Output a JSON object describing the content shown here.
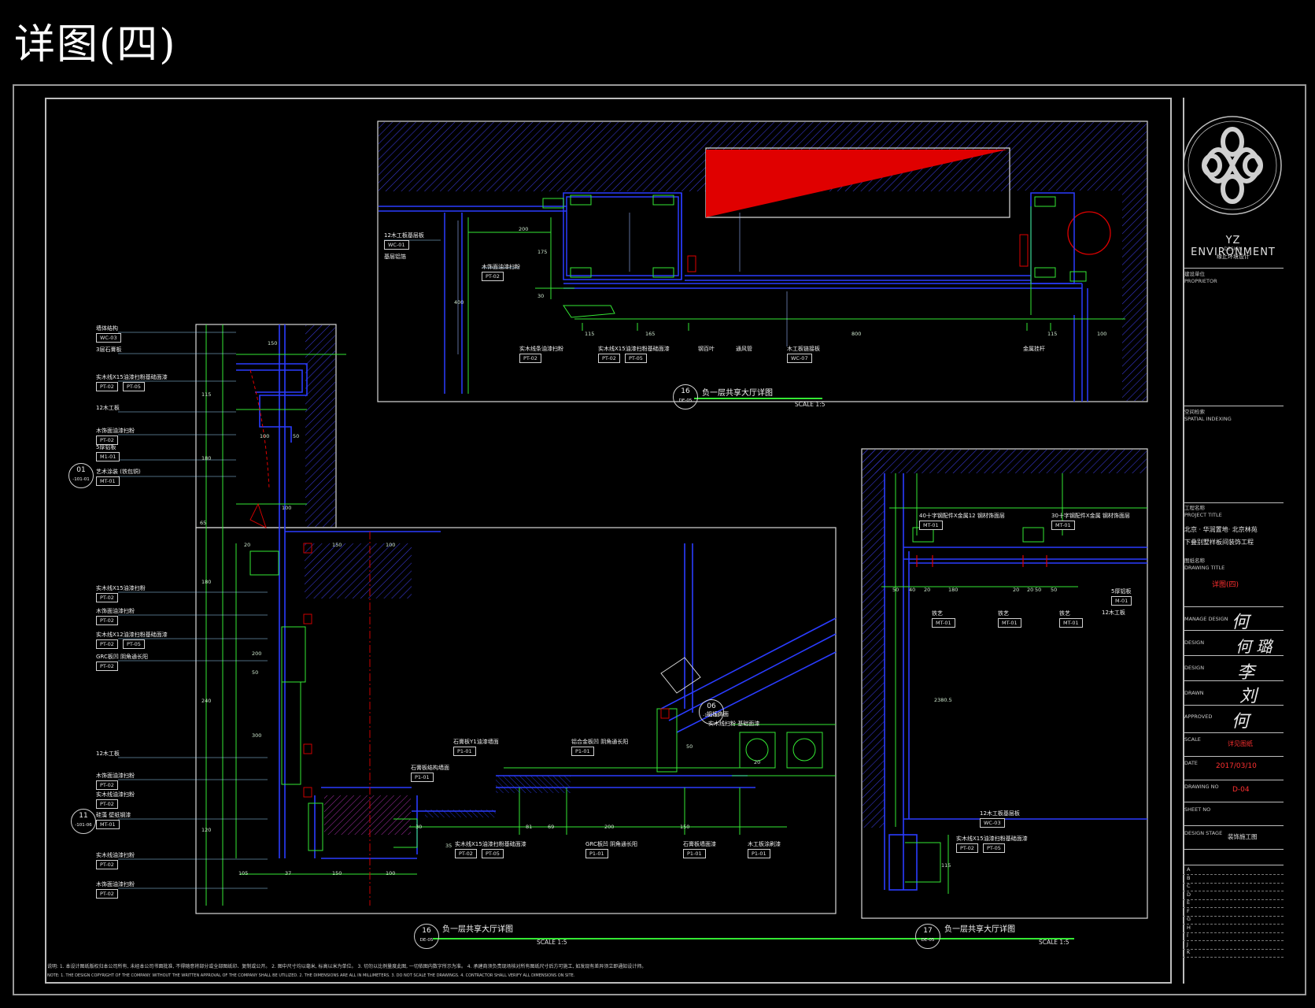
{
  "page_title": "详图(四)",
  "brand": {
    "name": "YZ ENVIRONMENT",
    "sub": "DESIGN",
    "sub_cn": "缘止环境设计"
  },
  "title_block": {
    "proprietor_cn": "建设单位",
    "proprietor_en": "PROPRIETOR",
    "spatial_cn": "空间检索",
    "spatial_en": "SPATIAL INDEXING",
    "project_cn": "工程名称",
    "project_en": "PROJECT TITLE",
    "project_name_1": "北京 · 华润置地· 北京林苑",
    "project_name_2": "下叠别墅样板间装饰工程",
    "drawing_cn": "图纸名称",
    "drawing_en": "DRAWING TITLE",
    "drawing_name": "详图(四)",
    "manage_label": "MANAGE DESIGN",
    "design_label": "DESIGN",
    "design2_label": "DESIGN",
    "drawn_label": "DRAWN",
    "approved_label": "APPROVED",
    "scale_label": "SCALE",
    "scale_value": "详见图纸",
    "date_label": "DATE",
    "date_value": "2017/03/10",
    "drawing_no_label": "DRAWING NO",
    "drawing_no": "D-04",
    "sheet_label": "SHEET NO",
    "stage_label": "DESIGN STAGE",
    "stage_value": "装饰施工图",
    "signatures": [
      "何",
      "何 璐",
      "李",
      "刘",
      "何"
    ],
    "revision_letters": [
      "A",
      "B",
      "C",
      "D",
      "E",
      "F",
      "G",
      "H",
      "I",
      "J",
      "K"
    ]
  },
  "notes": {
    "line1": "说明: 1. 本设计图纸版权归本公司所有, 未经本公司书面批准, 不得随意将部分或全部图纸印、复制或公开。 2. 图中尺寸均以毫米, 标高以米为单位。 3. 切勿以比例量度此图, 一切依图内数字所示为准。 4. 承建商须负责现场核对所有图纸尺寸后方可施工, 如发现有差异须立即通知设计师。",
    "line2": "NOTE: 1. THE DESIGN COPYRIGHT OF THE COMPANY. WITHOUT THE WRITTEN APPROVAL OF THE COMPANY SHALL BE UTILIZED. 2. THE DIMENSIONS ARE ALL IN MILLIMETERS. 3. DO NOT SCALE THE DRAWINGS. 4. CONTRACTOR SHALL VERIFY ALL DIMENSIONS ON SITE."
  },
  "details": [
    {
      "number": "16",
      "ref": "DE-05",
      "title": "负一层共享大厅详图",
      "scale": "SCALE  1:5"
    },
    {
      "number": "16",
      "ref": "DE-05",
      "title": "负一层共享大厅详图",
      "scale": "SCALE  1:5"
    },
    {
      "number": "17",
      "ref": "DE-05",
      "title": "负一层共享大厅详图",
      "scale": "SCALE  1:5"
    }
  ],
  "callouts": [
    {
      "number": "01",
      "ref": "-101-01"
    },
    {
      "number": "11",
      "ref": "-101-06"
    },
    {
      "number": "06",
      "ref": "-101-10"
    }
  ],
  "labels_top": [
    {
      "text": "12木工板基层板",
      "tag": "WC-01"
    },
    {
      "text": "基层铝箔",
      "tag": ""
    },
    {
      "text": "木饰面油漆扫粉",
      "tag": "PT-02"
    },
    {
      "text": "实木线条油漆扫粉",
      "tag": "PT-02"
    },
    {
      "text": "实木线X15油漆扫粉基础面漆",
      "tag": "PT-02 | PT-05"
    },
    {
      "text": "钢百叶",
      "tag": ""
    },
    {
      "text": "通风管",
      "tag": ""
    },
    {
      "text": "木工板链接板",
      "tag": "WC-07"
    },
    {
      "text": "金属挂杆",
      "tag": ""
    }
  ],
  "labels_left": [
    {
      "text": "墙体结构",
      "tag": "WC-03"
    },
    {
      "text": "3层石膏板",
      "tag": ""
    },
    {
      "text": "实木线X15油漆扫粉基础面漆",
      "tag": "PT-02 | PT-05"
    },
    {
      "text": "12木工板",
      "tag": ""
    },
    {
      "text": "木饰面油漆扫粉",
      "tag": "PT-02"
    },
    {
      "text": "5厚铝板",
      "tag": "M1-01"
    },
    {
      "text": "艺术涂装 (铁包铜)",
      "tag": "MT-01"
    },
    {
      "text": "实木线X15油漆扫粉",
      "tag": "PT-02"
    },
    {
      "text": "木饰面油漆扫粉",
      "tag": "PT-02"
    },
    {
      "text": "实木线X12油漆扫粉基础面漆",
      "tag": "PT-02 | PT-05"
    },
    {
      "text": "GRC板凹 阴角通长阳",
      "tag": "PT-02"
    },
    {
      "text": "12木工板",
      "tag": ""
    },
    {
      "text": "木饰面油漆扫粉",
      "tag": "PT-02"
    },
    {
      "text": "实木线油漆扫粉",
      "tag": "PT-02"
    },
    {
      "text": "硅藻 壁纸钢漆",
      "tag": "MT-01"
    },
    {
      "text": "实木线油漆扫粉",
      "tag": "PT-02"
    },
    {
      "text": "木饰面油漆扫粉",
      "tag": "PT-02"
    }
  ],
  "labels_mid": [
    {
      "text": "石膏板结构墙面",
      "tag": "P1-01"
    },
    {
      "text": "石膏板Y1油漆墙面",
      "tag": "P1-01"
    },
    {
      "text": "铝合金板凹 阴角通长阳",
      "tag": "P1-01"
    },
    {
      "text": "铝板饰面",
      "tag": ""
    },
    {
      "text": "实木线扫粉 基础面漆",
      "tag": ""
    },
    {
      "text": "实木线X15油漆扫粉基础面漆",
      "tag": "PT-02 | PT-05"
    },
    {
      "text": "GRC板凹 阴角通长阳",
      "tag": "P1-01"
    },
    {
      "text": "石膏板墙面漆",
      "tag": "P1-01"
    },
    {
      "text": "木工板涂刷漆",
      "tag": "P1-01"
    }
  ],
  "labels_right": [
    {
      "text": "40十字钢配件X金属12 钢材饰面层",
      "tag": "MT-01"
    },
    {
      "text": "30十字钢配件X金属 钢材饰面层",
      "tag": "MT-01"
    },
    {
      "text": "5厚铝板",
      "tag": "M-01"
    },
    {
      "text": "12木工板",
      "tag": ""
    },
    {
      "text": "铁艺",
      "tag": "MT-01"
    },
    {
      "text": "铁艺",
      "tag": "MT-01"
    },
    {
      "text": "铁艺",
      "tag": "MT-01"
    },
    {
      "text": "12木工板基层板",
      "tag": "WC-03"
    },
    {
      "text": "实木线X15油漆扫粉基础面漆",
      "tag": "PT-02 | PT-05"
    }
  ],
  "dims_top": [
    "200",
    "175",
    "30",
    "115",
    "165",
    "800",
    "115",
    "100",
    "400"
  ],
  "dims_left": [
    "150",
    "115",
    "100",
    "50",
    "180",
    "100",
    "65",
    "20",
    "150",
    "100",
    "180",
    "200",
    "50",
    "240",
    "300",
    "120",
    "105",
    "37",
    "150",
    "100"
  ],
  "dims_mid": [
    "30",
    "81",
    "69",
    "200",
    "150",
    "35",
    "50",
    "20"
  ],
  "dims_right": [
    "50",
    "40",
    "20",
    "180",
    "20",
    "20",
    "50",
    "50",
    "2380.5",
    "115"
  ],
  "colors": {
    "hatch": "#3a3ad8",
    "line_blue": "#2a3cff",
    "line_green": "#34e834",
    "red": "#e00000",
    "frame": "#bdbdbd"
  }
}
